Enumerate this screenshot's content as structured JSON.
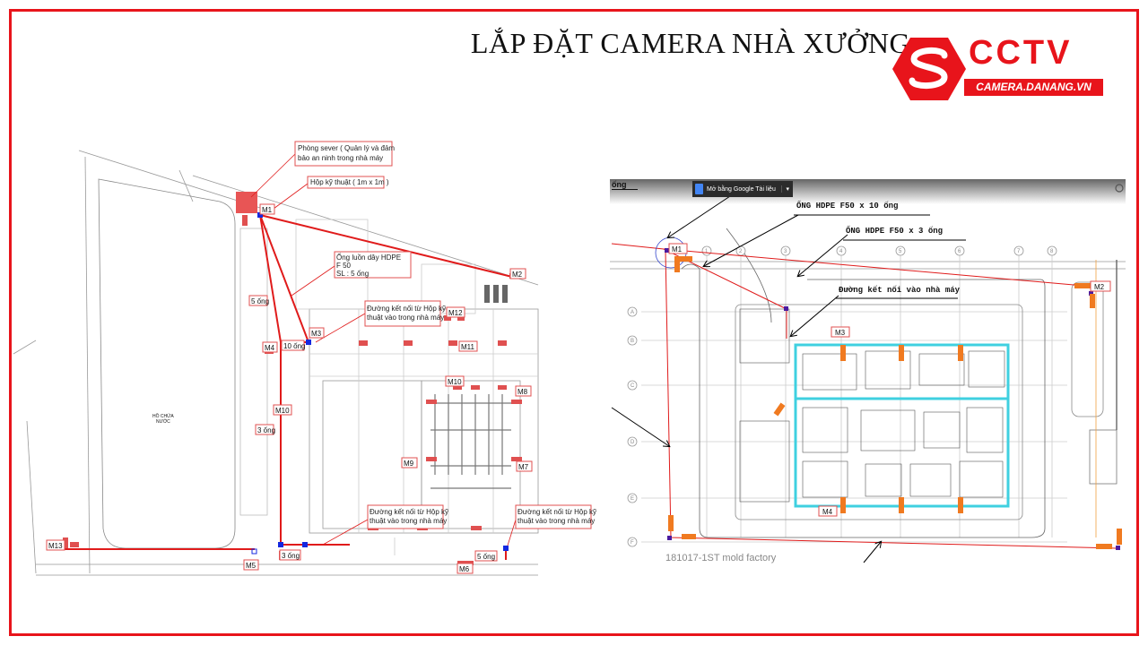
{
  "slide": {
    "title": "LẮP ĐẶT CAMERA NHÀ XƯỞNG"
  },
  "logo": {
    "brand": "CCTV",
    "website": "CAMERA.DANANG.VN",
    "color": "#e8141b"
  },
  "left_plan": {
    "callouts": {
      "server_room": [
        "Phòng sever ( Quản lý và đảm",
        "bảo an ninh trong nhà máy"
      ],
      "tech_box": "Hộp kỹ thuật ( 1m x 1m )",
      "hdpe": [
        "Ống luồn dây HDPE",
        "F 50",
        "SL : 5 ống"
      ],
      "connection_1": [
        "Đường kết nối từ Hộp kỹ",
        "thuật vào trong nhà máy"
      ],
      "connection_2": [
        "Đường kết nối từ Hộp kỹ",
        "thuật vào trong nhà máy"
      ],
      "connection_3": [
        "Đường kết nối từ Hộp kỹ",
        "thuật vào trong nhà máy"
      ]
    },
    "pipes": [
      "5 ống",
      "10 ống",
      "3 ống",
      "3 ống",
      "5 ống"
    ],
    "lake": [
      "HỒ CHỨA",
      "NƯỚC"
    ],
    "cameras": [
      "M1",
      "M2",
      "M3",
      "M4",
      "M5",
      "M6",
      "M7",
      "M8",
      "M9",
      "M10",
      "M10",
      "M11",
      "M12",
      "M13"
    ]
  },
  "right_plan": {
    "header_text": "ống",
    "open_with": "Mở bằng Google Tài liệu",
    "notes": [
      "ỐNG HDPE F50 x 10 ống",
      "ỐNG HDPE F50 x 3 ống",
      "Đường kết nối vào nhà máy"
    ],
    "columns": [
      "1",
      "2",
      "3",
      "4",
      "5",
      "6",
      "7",
      "8"
    ],
    "rows": [
      "A",
      "B",
      "C",
      "D",
      "E",
      "F"
    ],
    "cameras": [
      "M1",
      "M2",
      "M3",
      "M4"
    ],
    "caption": "181017-1ST mold factory"
  }
}
